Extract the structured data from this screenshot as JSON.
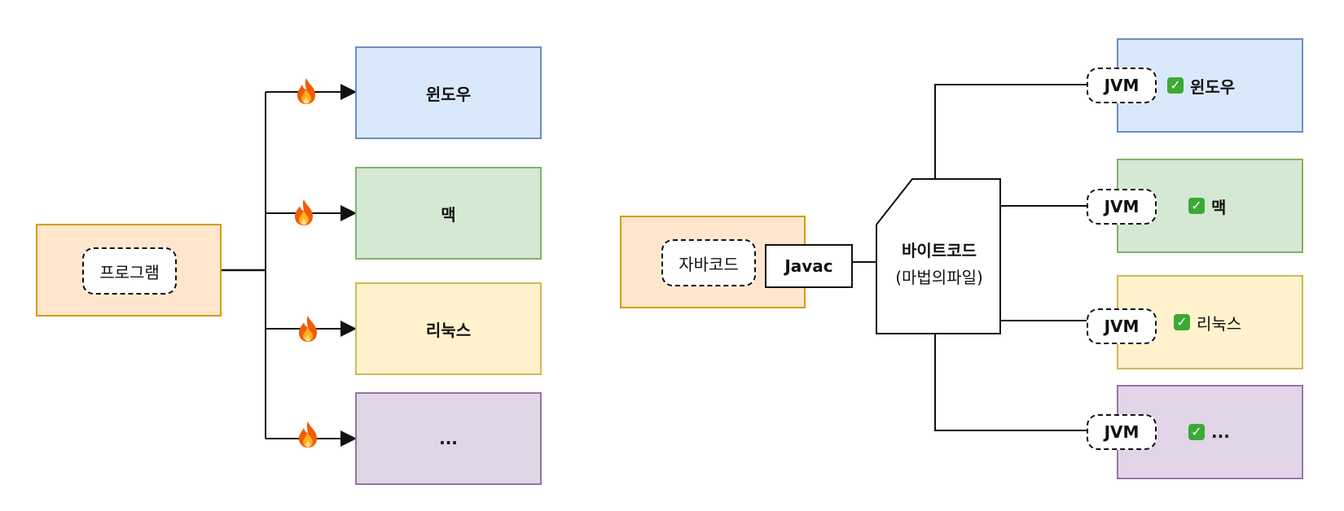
{
  "left": {
    "source_label": "프로그램",
    "targets": [
      {
        "label": "윈도우",
        "fill": "#dae8fc",
        "stroke": "#6c8ebf"
      },
      {
        "label": "맥",
        "fill": "#d5e8d4",
        "stroke": "#82b366"
      },
      {
        "label": "리눅스",
        "fill": "#fff2cc",
        "stroke": "#d6b656"
      },
      {
        "label": "...",
        "fill": "#e1d5e7",
        "stroke": "#9673a6"
      }
    ],
    "edge_icon": "fire-icon"
  },
  "right": {
    "source_label": "자바코드",
    "compiler_label": "Javac",
    "output_title": "바이트코드",
    "output_subtitle": "(마법의파일)",
    "vm_label": "JVM",
    "check_icon": "check-mark-icon",
    "targets": [
      {
        "label": "윈도우",
        "fill": "#dae8fc",
        "stroke": "#6c8ebf"
      },
      {
        "label": "맥",
        "fill": "#d5e8d4",
        "stroke": "#82b366"
      },
      {
        "label": "리눅스",
        "fill": "#fff2cc",
        "stroke": "#d6b656"
      },
      {
        "label": "...",
        "fill": "#e1d5e7",
        "stroke": "#9673a6"
      }
    ]
  },
  "colors": {
    "source_fill": "#ffe6cc",
    "source_stroke": "#d79b00"
  }
}
